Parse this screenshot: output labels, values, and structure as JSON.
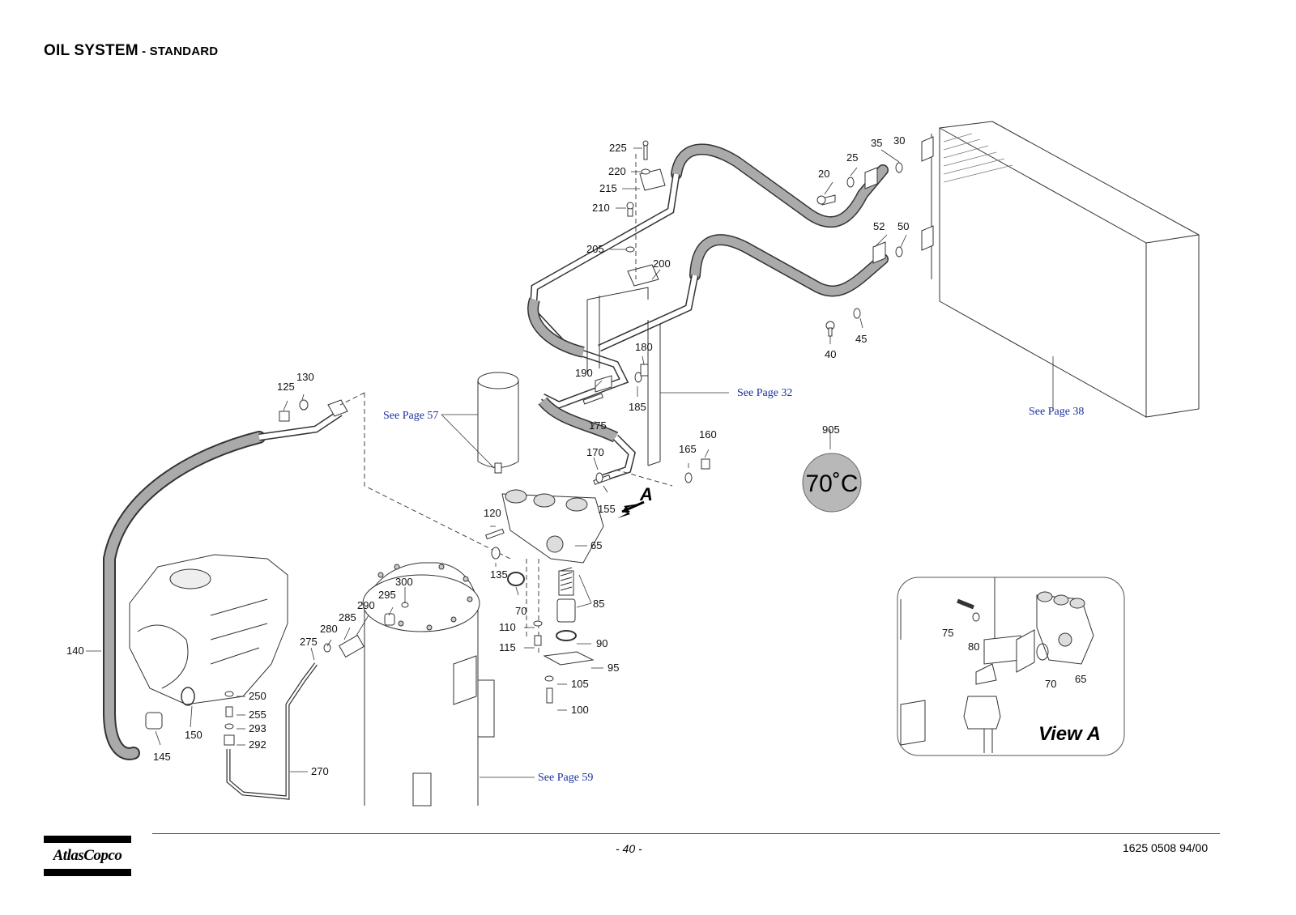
{
  "header": {
    "title": "OIL SYSTEM",
    "subtitle": " - STANDARD"
  },
  "callouts": {
    "c225": "225",
    "c220": "220",
    "c215": "215",
    "c210": "210",
    "c205": "205",
    "c200": "200",
    "c35": "35",
    "c30": "30",
    "c25": "25",
    "c20": "20",
    "c52": "52",
    "c50": "50",
    "c40": "40",
    "c45": "45",
    "c180": "180",
    "c190": "190",
    "c185": "185",
    "c175": "175",
    "c170": "170",
    "c155": "155",
    "c165": "165",
    "c160": "160",
    "c130": "130",
    "c125": "125",
    "c120": "120",
    "c135": "135",
    "c65": "65",
    "c85": "85",
    "c70": "70",
    "c110": "110",
    "c115": "115",
    "c90": "90",
    "c95": "95",
    "c105": "105",
    "c100": "100",
    "c300": "300",
    "c295": "295",
    "c290": "290",
    "c285": "285",
    "c280": "280",
    "c275": "275",
    "c250": "250",
    "c255": "255",
    "c293": "293",
    "c292": "292",
    "c270": "270",
    "c140": "140",
    "c150": "150",
    "c145": "145",
    "c905": "905",
    "view_75": "75",
    "view_80": "80",
    "view_70": "70",
    "view_65": "65"
  },
  "references": {
    "page57": "See Page 57",
    "page32": "See Page 32",
    "page38": "See Page 38",
    "page59": "See Page 59"
  },
  "view_marker": "A",
  "thermostat_label": "70˚C",
  "view_a_title": "View A",
  "footer": {
    "page_number": "- 40 -",
    "doc_number": "1625 0508 94/00",
    "brand": "AtlasCopco"
  }
}
